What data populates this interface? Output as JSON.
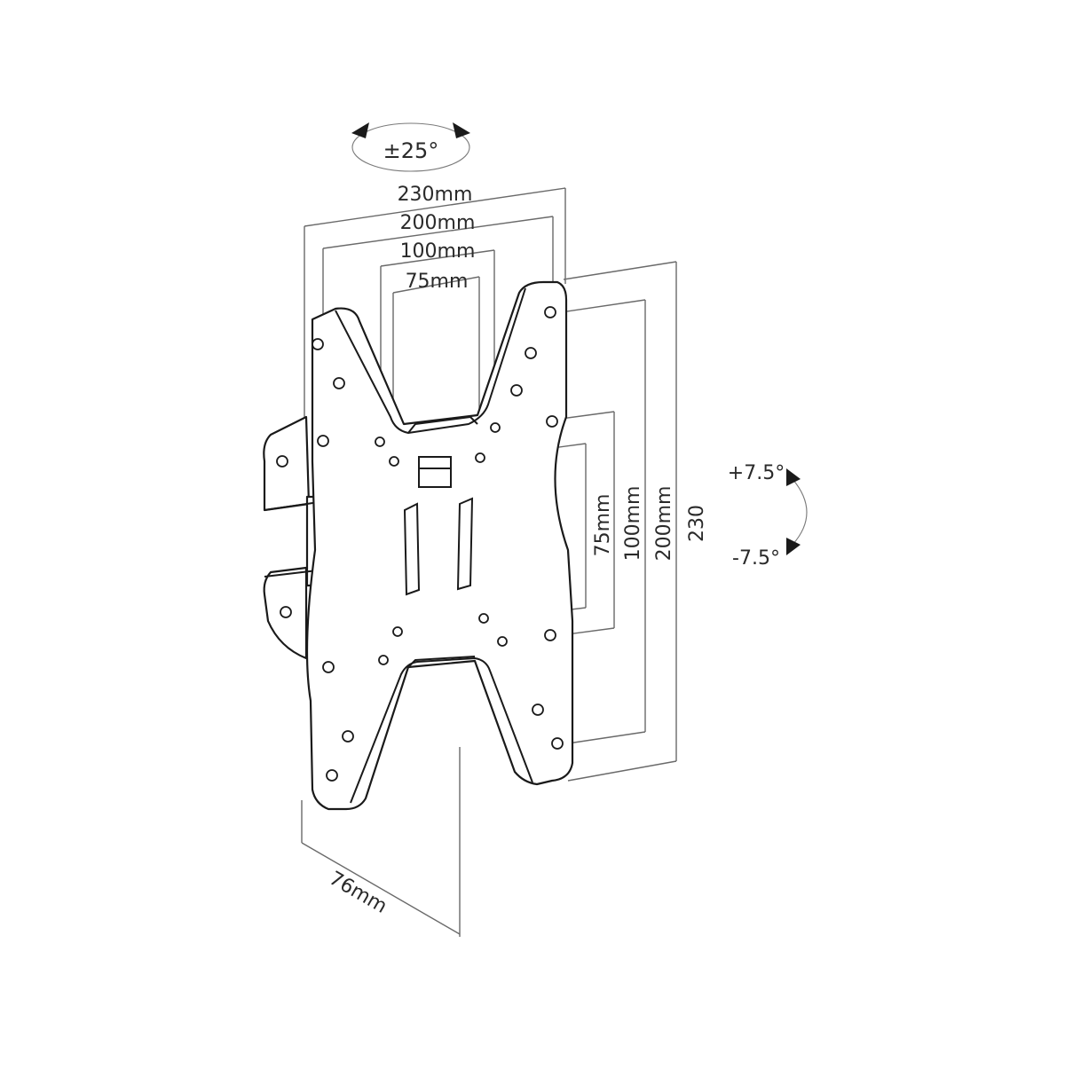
{
  "swivel": {
    "label": "±25°"
  },
  "width_dimensions": {
    "d230": "230mm",
    "d200": "200mm",
    "d100": "100mm",
    "d75": "75mm"
  },
  "height_dimensions": {
    "d75": "75mm",
    "d100": "100mm",
    "d200": "200mm",
    "d230": "230"
  },
  "tilt": {
    "up": "+7.5°",
    "down": "-7.5°"
  },
  "depth": {
    "label": "76mm"
  }
}
